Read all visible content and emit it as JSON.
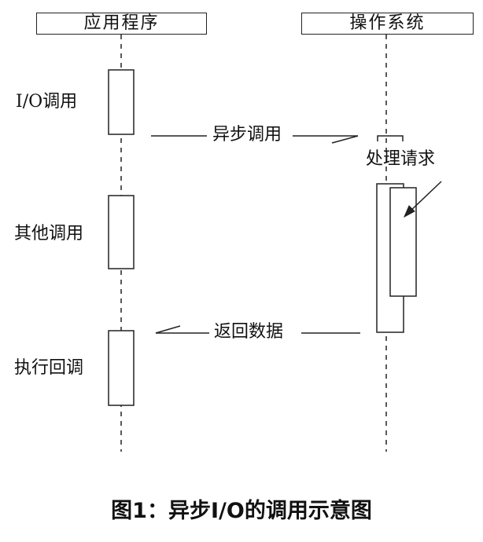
{
  "lifelines": {
    "app": "应用程序",
    "os": "操作系统"
  },
  "calls": {
    "io_call": "I/O调用",
    "other_call": "其他调用",
    "exec_callback": "执行回调"
  },
  "messages": {
    "async_call": "异步调用",
    "return_data": "返回数据"
  },
  "os_note": {
    "process_request": "处理请求"
  },
  "caption": "图1：异步I/O的调用示意图",
  "colors": {
    "ink": "#222222",
    "background": "#ffffff"
  }
}
